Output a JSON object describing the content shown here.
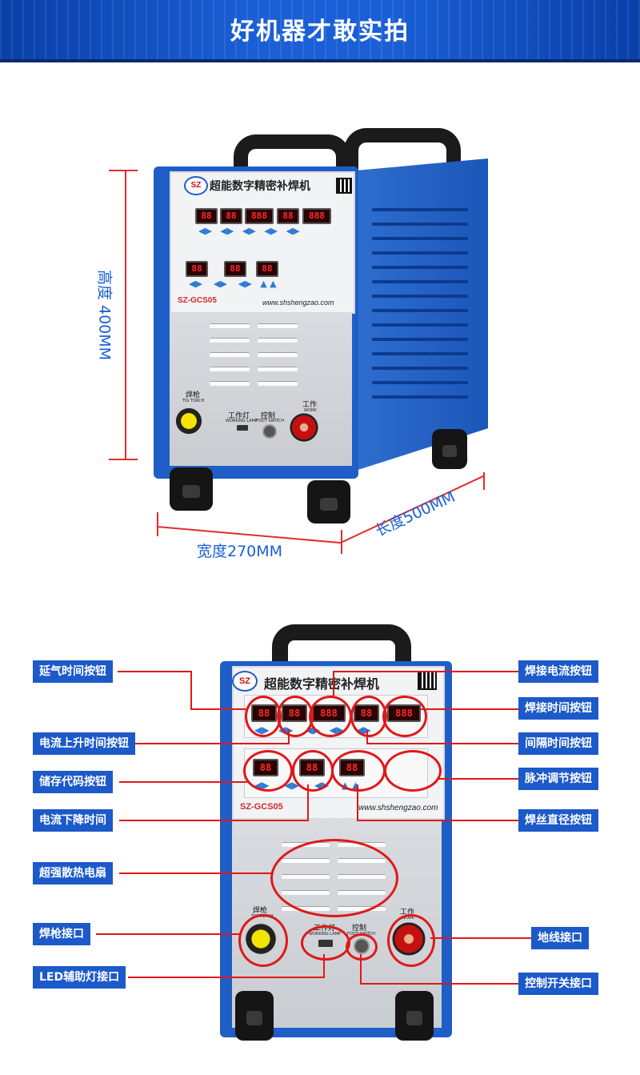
{
  "header": {
    "title": "好机器才敢实拍"
  },
  "machine": {
    "name": "超能数字精密补焊机",
    "model": "SZ-GCS05",
    "url": "www.shshengzao.com",
    "logo": "SZ",
    "panel_labels": {
      "torch_cn": "焊枪",
      "torch_en": "TIG TORCH",
      "lamp_cn": "工作灯",
      "lamp_en": "WORKING LAMP",
      "ctrl_cn": "控制",
      "ctrl_en": "FOOT SWITCH",
      "work_cn": "工作",
      "work_en": "WORK"
    },
    "displays": [
      "88",
      "88",
      "888",
      "88",
      "888",
      "88",
      "88",
      "88"
    ]
  },
  "dimensions": {
    "height": "高度 400MM",
    "width": "宽度270MM",
    "length": "长度500MM"
  },
  "callouts_left": [
    "延气时间按钮",
    "电流上升时间按钮",
    "储存代码按钮",
    "电流下降时间",
    "超强散热电扇",
    "焊枪接口",
    "LED辅助灯接口"
  ],
  "callouts_right": [
    "焊接电流按钮",
    "焊接时间按钮",
    "间隔时间按钮",
    "脉冲调节按钮",
    "焊丝直径按钮",
    "地线接口",
    "控制开关接口"
  ]
}
